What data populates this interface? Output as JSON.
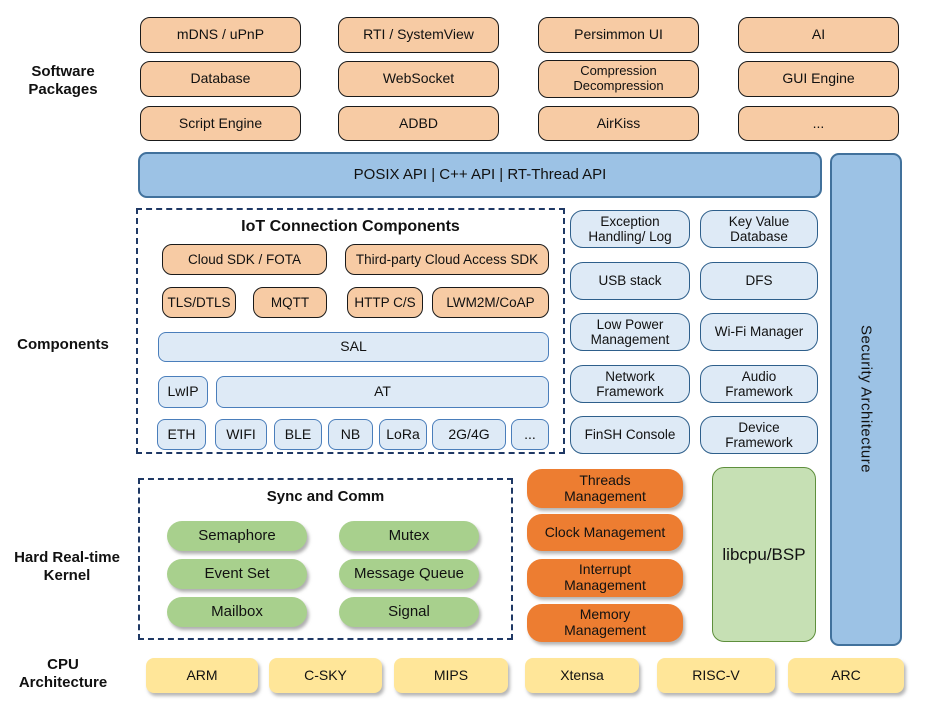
{
  "side_labels": {
    "software": "Software\nPackages",
    "components": "Components",
    "kernel": "Hard Real-time\nKernel",
    "cpu": "CPU\nArchitecture"
  },
  "software_packages": {
    "rows": [
      [
        "mDNS / uPnP",
        "RTI / SystemView",
        "Persimmon UI",
        "AI"
      ],
      [
        "Database",
        "WebSocket",
        "Compression\nDecompression",
        "GUI Engine"
      ],
      [
        "Script Engine",
        "ADBD",
        "AirKiss",
        "..."
      ]
    ]
  },
  "api_bar": {
    "text": "POSIX API  |  C++ API  |  RT-Thread API"
  },
  "security_bar": {
    "text": "Security Architecture"
  },
  "iot": {
    "title": "IoT Connection Components",
    "cloud_sdk": "Cloud SDK / FOTA",
    "third_party": "Third-party Cloud Access SDK",
    "protocols": [
      "TLS/DTLS",
      "MQTT",
      "HTTP C/S",
      "LWM2M/CoAP"
    ],
    "sal": "SAL",
    "lwip": "LwIP",
    "at": "AT",
    "net": [
      "ETH",
      "WIFI",
      "BLE",
      "NB",
      "LoRa",
      "2G/4G",
      "..."
    ]
  },
  "component_grid": {
    "rows": [
      [
        "Exception\nHandling/ Log",
        "Key Value\nDatabase"
      ],
      [
        "USB stack",
        "DFS"
      ],
      [
        "Low Power\nManagement",
        "Wi-Fi Manager"
      ],
      [
        "Network\nFramework",
        "Audio\nFramework"
      ],
      [
        "FinSH Console",
        "Device\nFramework"
      ]
    ]
  },
  "kernel": {
    "sync_title": "Sync and Comm",
    "sync_items": [
      "Semaphore",
      "Mutex",
      "Event Set",
      "Message Queue",
      "Mailbox",
      "Signal"
    ],
    "mgmt_items": [
      "Threads\nManagement",
      "Clock Management",
      "Interrupt\nManagement",
      "Memory\nManagement"
    ],
    "libcpu": "libcpu/BSP"
  },
  "cpu_row": [
    "ARM",
    "C-SKY",
    "MIPS",
    "Xtensa",
    "RISC-V",
    "ARC"
  ],
  "colors": {
    "package_fill": "#F7CBA4",
    "api_bar_fill": "#9CC2E5",
    "light_blue_fill": "#DEEAF6",
    "green_fill": "#A8D08D",
    "mgmt_fill": "#ED7D31",
    "libcpu_fill": "#C6E0B4",
    "cpu_fill": "#FFE699",
    "dash_border": "#1F3864"
  }
}
